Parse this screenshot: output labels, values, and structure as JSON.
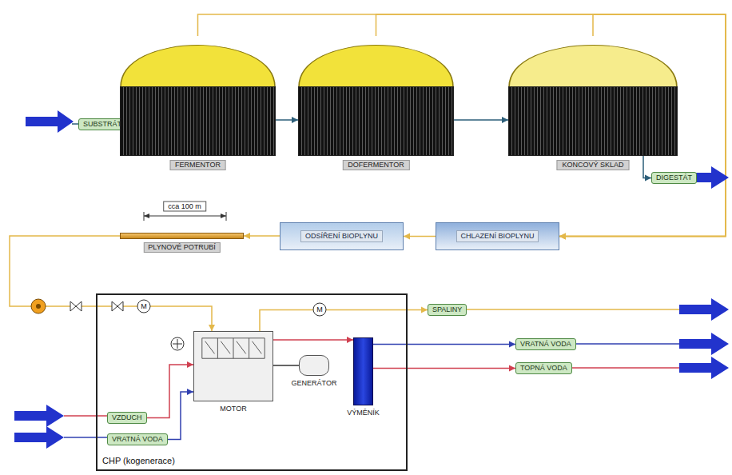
{
  "diagram": {
    "nodes": [
      {
        "text": [
          "SUBSTRÁT"
        ]
      },
      {
        "text": [
          "FERMENTOR"
        ]
      },
      {
        "text": [
          "DOFERMENTOR"
        ]
      },
      {
        "text": [
          "KONCOVÝ SKLAD"
        ]
      },
      {
        "text": [
          "DIGESTÁT"
        ]
      },
      {
        "text": [
          "PLYNOVÉ POTRUBÍ"
        ]
      },
      {
        "text": [
          "ODSÍŘENÍ BIOPLYNU"
        ]
      },
      {
        "text": [
          "CHLAZENÍ BIOPLYNU"
        ]
      },
      {
        "text": [
          "CHP (kogenerace)"
        ]
      },
      {
        "text": [
          "MOTOR"
        ],
        "in": 8
      },
      {
        "text": [
          "GENERÁTOR"
        ],
        "in": 8
      },
      {
        "text": [
          "VÝMĚNÍK"
        ],
        "in": 8
      },
      {
        "text": [
          "VZDUCH"
        ],
        "in": 8
      },
      {
        "text": [
          "VRATNÁ VODA"
        ],
        "in": 8
      },
      {
        "text": [
          "SPALINY"
        ]
      },
      {
        "text": [
          "VRATNÁ VODA"
        ]
      },
      {
        "text": [
          "TOPNÁ VODA"
        ]
      }
    ],
    "edges": [
      {
        "from": 0,
        "to": 1,
        "arrow": "to"
      },
      {
        "from": 1,
        "to": 2,
        "arrow": "to"
      },
      {
        "from": 2,
        "to": 3,
        "arrow": "to"
      },
      {
        "from": 3,
        "to": 4,
        "arrow": "to"
      },
      {
        "from": 1,
        "to": 7,
        "arrow": "to"
      },
      {
        "from": 2,
        "to": 7,
        "arrow": "to"
      },
      {
        "from": 3,
        "to": 7,
        "arrow": "to"
      },
      {
        "from": 7,
        "to": 6,
        "arrow": "to"
      },
      {
        "from": 6,
        "to": 5,
        "arrow": "to"
      },
      {
        "from": 5,
        "to": 9,
        "arrow": "to"
      },
      {
        "from": 12,
        "to": 9,
        "arrow": "to"
      },
      {
        "from": 13,
        "to": 9,
        "arrow": "to"
      },
      {
        "from": 9,
        "to": 10,
        "arrow": "none"
      },
      {
        "from": 9,
        "to": 11,
        "arrow": "to"
      },
      {
        "from": 11,
        "to": 15,
        "arrow": "to"
      },
      {
        "from": 11,
        "to": 16,
        "arrow": "to"
      },
      {
        "from": 9,
        "to": 14,
        "arrow": "to"
      }
    ],
    "labels": [
      "cca 100 m",
      "M",
      "M"
    ]
  }
}
